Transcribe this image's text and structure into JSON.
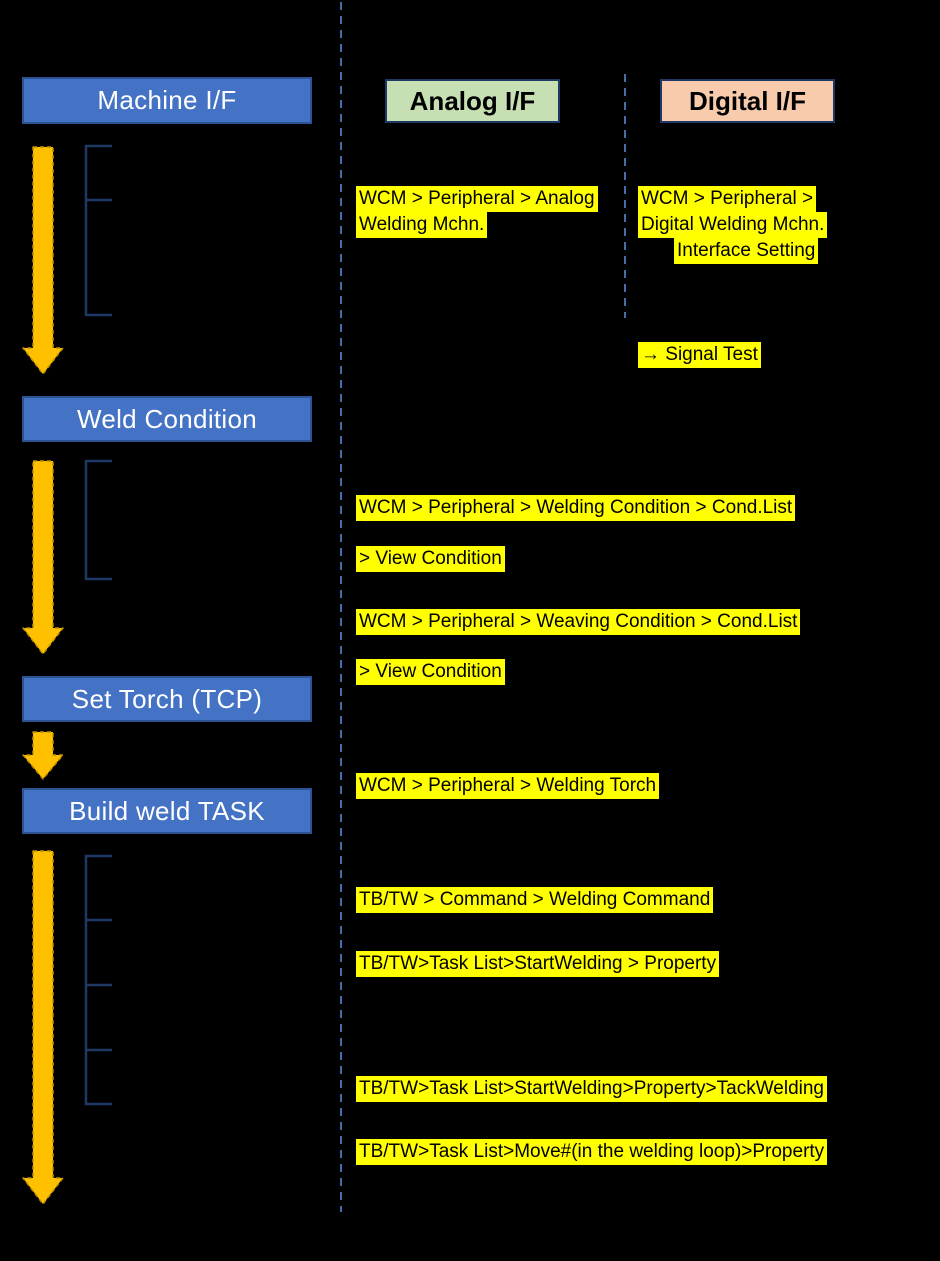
{
  "colors": {
    "background": "#000000",
    "step_box_fill": "#4472C4",
    "step_box_border": "#2E5395",
    "step_text": "#FFFFFF",
    "analog_fill": "#C6E0B4",
    "digital_fill": "#F8CBAD",
    "header_border": "#203864",
    "highlight": "#FFFF00",
    "note_text": "#000000",
    "arrow_fill": "#FFC000",
    "arrow_border": "#BF8F00",
    "bracket": "#1F3864",
    "divider": "#4A6DA7"
  },
  "steps": [
    {
      "label": "Machine I/F"
    },
    {
      "label": "Weld Condition"
    },
    {
      "label": "Set Torch (TCP)"
    },
    {
      "label": "Build weld TASK"
    }
  ],
  "columns": {
    "analog": {
      "label": "Analog I/F"
    },
    "digital": {
      "label": "Digital I/F"
    }
  },
  "notes": {
    "analog_machine": {
      "lines": [
        "WCM > Peripheral > Analog",
        "Welding Mchn."
      ]
    },
    "digital_machine": {
      "lines": [
        "WCM > Peripheral >",
        "Digital Welding Mchn.",
        "Interface Setting"
      ]
    },
    "signal_test": {
      "lines": [
        "→ Signal Test"
      ]
    },
    "welding_condition": {
      "lines": [
        "WCM > Peripheral > Welding Condition > Cond.List"
      ]
    },
    "welding_condition_view": {
      "lines": [
        "> View Condition"
      ]
    },
    "weaving_condition": {
      "lines": [
        "WCM > Peripheral > Weaving Condition > Cond.List"
      ]
    },
    "weaving_condition_view": {
      "lines": [
        "> View Condition"
      ]
    },
    "welding_torch": {
      "lines": [
        "WCM > Peripheral > Welding Torch"
      ]
    },
    "welding_command": {
      "lines": [
        "TB/TW > Command > Welding Command"
      ]
    },
    "start_welding_property": {
      "lines": [
        "TB/TW>Task List>StartWelding > Property"
      ]
    },
    "tack_welding": {
      "lines": [
        "TB/TW>Task List>StartWelding>Property>TackWelding"
      ]
    },
    "move_property": {
      "lines": [
        "TB/TW>Task List>Move#(in the welding loop)>Property"
      ]
    }
  }
}
